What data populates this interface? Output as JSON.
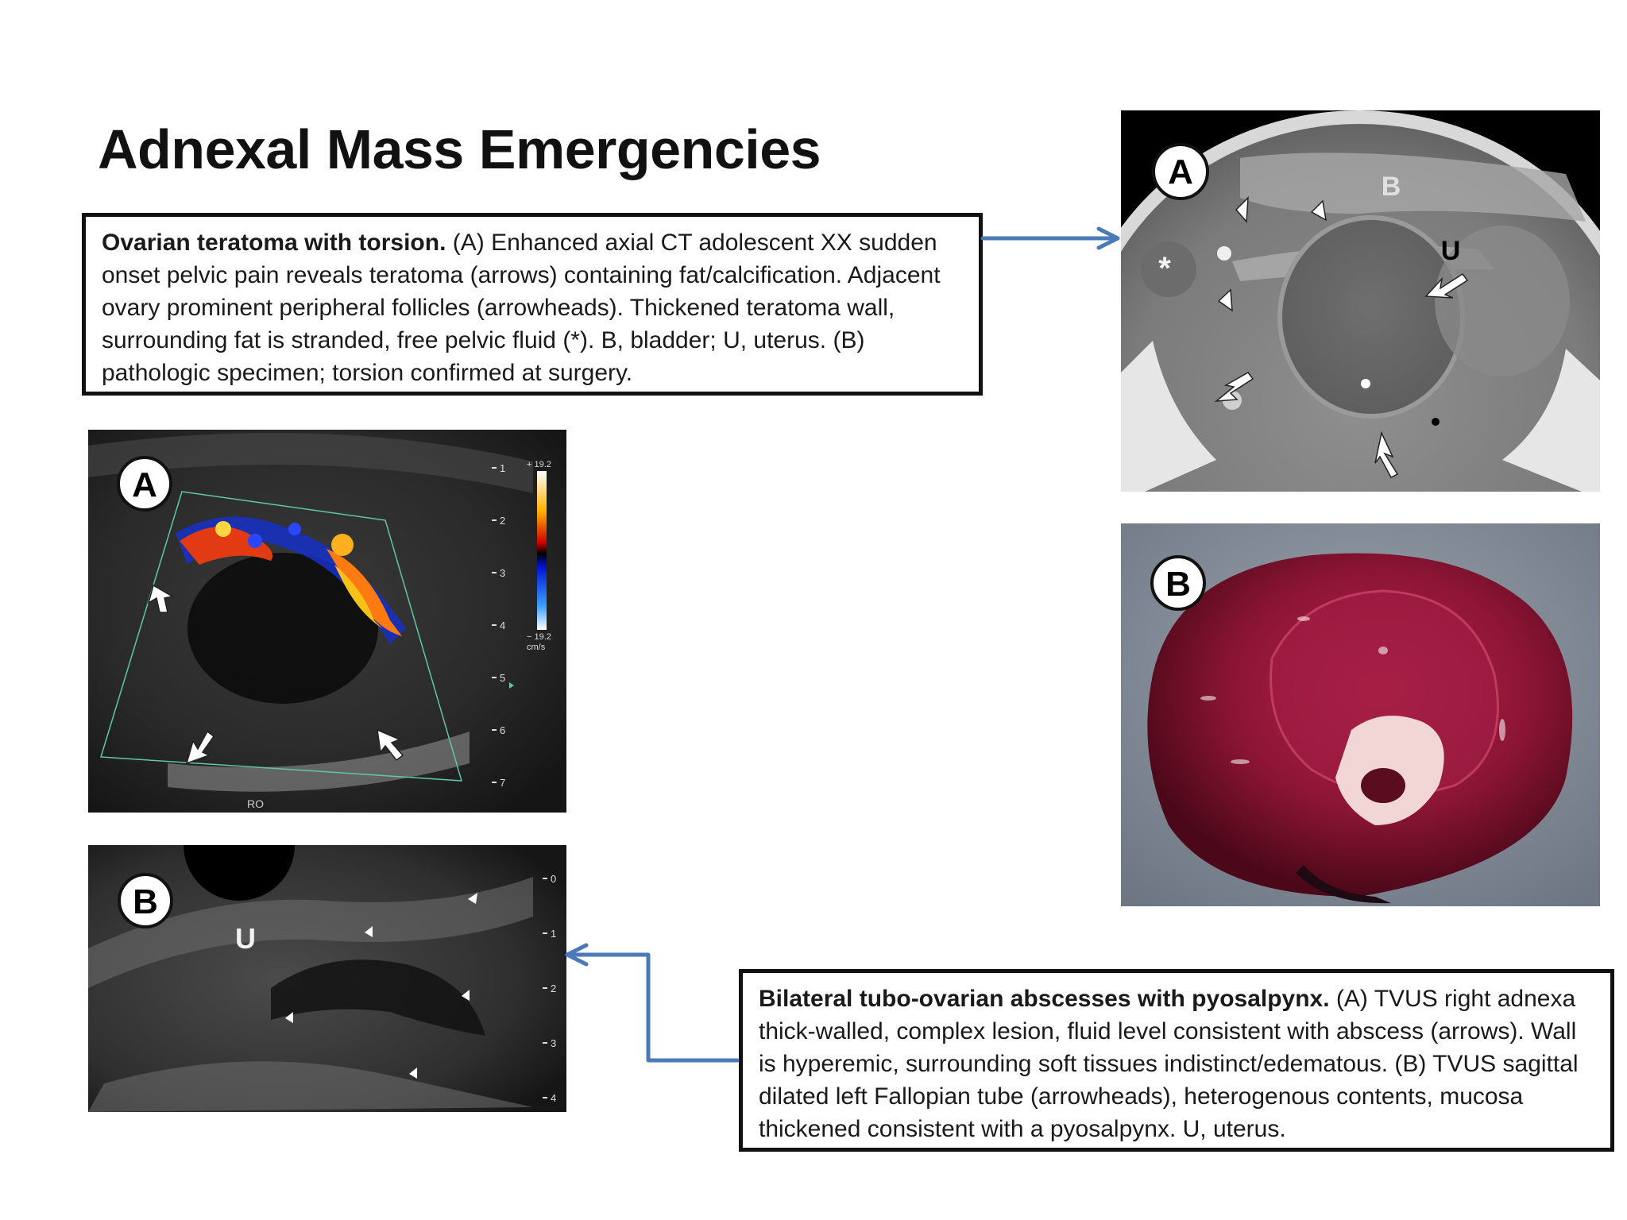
{
  "slide": {
    "title": "Adnexal Mass Emergencies"
  },
  "caption_teratoma": {
    "heading": "Ovarian teratoma with torsion.",
    "body": " (A) Enhanced axial CT adolescent XX sudden onset pelvic pain reveals teratoma (arrows) containing fat/calcification. Adjacent ovary prominent peripheral follicles (arrowheads). Thickened teratoma wall, surrounding fat is stranded, free pelvic fluid (*). B, bladder; U, uterus. (B)  pathologic specimen; torsion confirmed at surgery."
  },
  "caption_abscess": {
    "heading": "Bilateral tubo-ovarian abscesses with pyosalpynx.",
    "body": " (A) TVUS right adnexa thick-walled, complex lesion, fluid level consistent with abscess (arrows). Wall is hyperemic, surrounding soft tissues indistinct/edematous. (B) TVUS sagittal dilated left Fallopian tube (arrowheads), heterogenous contents, mucosa thickened consistent with a pyosalpynx. U, uterus."
  },
  "ct_image": {
    "panel_label": "A",
    "bladder_label": "B",
    "uterus_label": "U",
    "fluid_label": "*"
  },
  "specimen_image": {
    "panel_label": "B"
  },
  "us_a_image": {
    "panel_label": "A",
    "depth_ticks": [
      "1",
      "2",
      "3",
      "4",
      "5",
      "6",
      "7"
    ],
    "scale_top": "+ 19.2",
    "scale_bottom": "− 19.2",
    "scale_unit": "cm/s",
    "orientation": "RO"
  },
  "us_b_image": {
    "panel_label": "B",
    "uterus_label": "U",
    "depth_ticks": [
      "0",
      "1",
      "2",
      "3",
      "4"
    ]
  },
  "colors": {
    "connector_arrow": "#4a7ab8",
    "caption_border": "#111111"
  }
}
